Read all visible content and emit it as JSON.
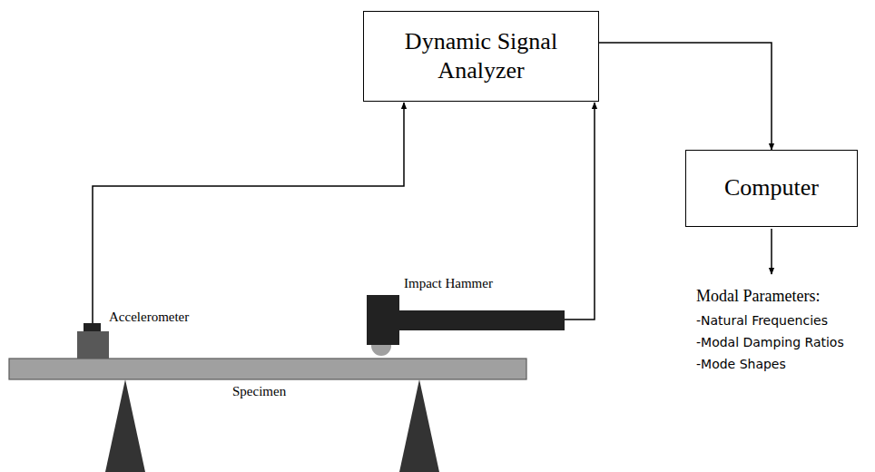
{
  "diagram": {
    "nodes": [
      {
        "text": [
          "Dynamic Signal Analyzer"
        ]
      },
      {
        "text": [
          "Computer"
        ]
      }
    ],
    "edges": [
      {
        "from": 0,
        "to": 1,
        "arrow": "to"
      }
    ],
    "labels": [
      "Accelerometer",
      "Impact Hammer",
      "Specimen",
      "Modal Parameters:",
      "-Natural Frequencies",
      "-Modal Damping Ratios",
      "-Mode Shapes"
    ]
  }
}
